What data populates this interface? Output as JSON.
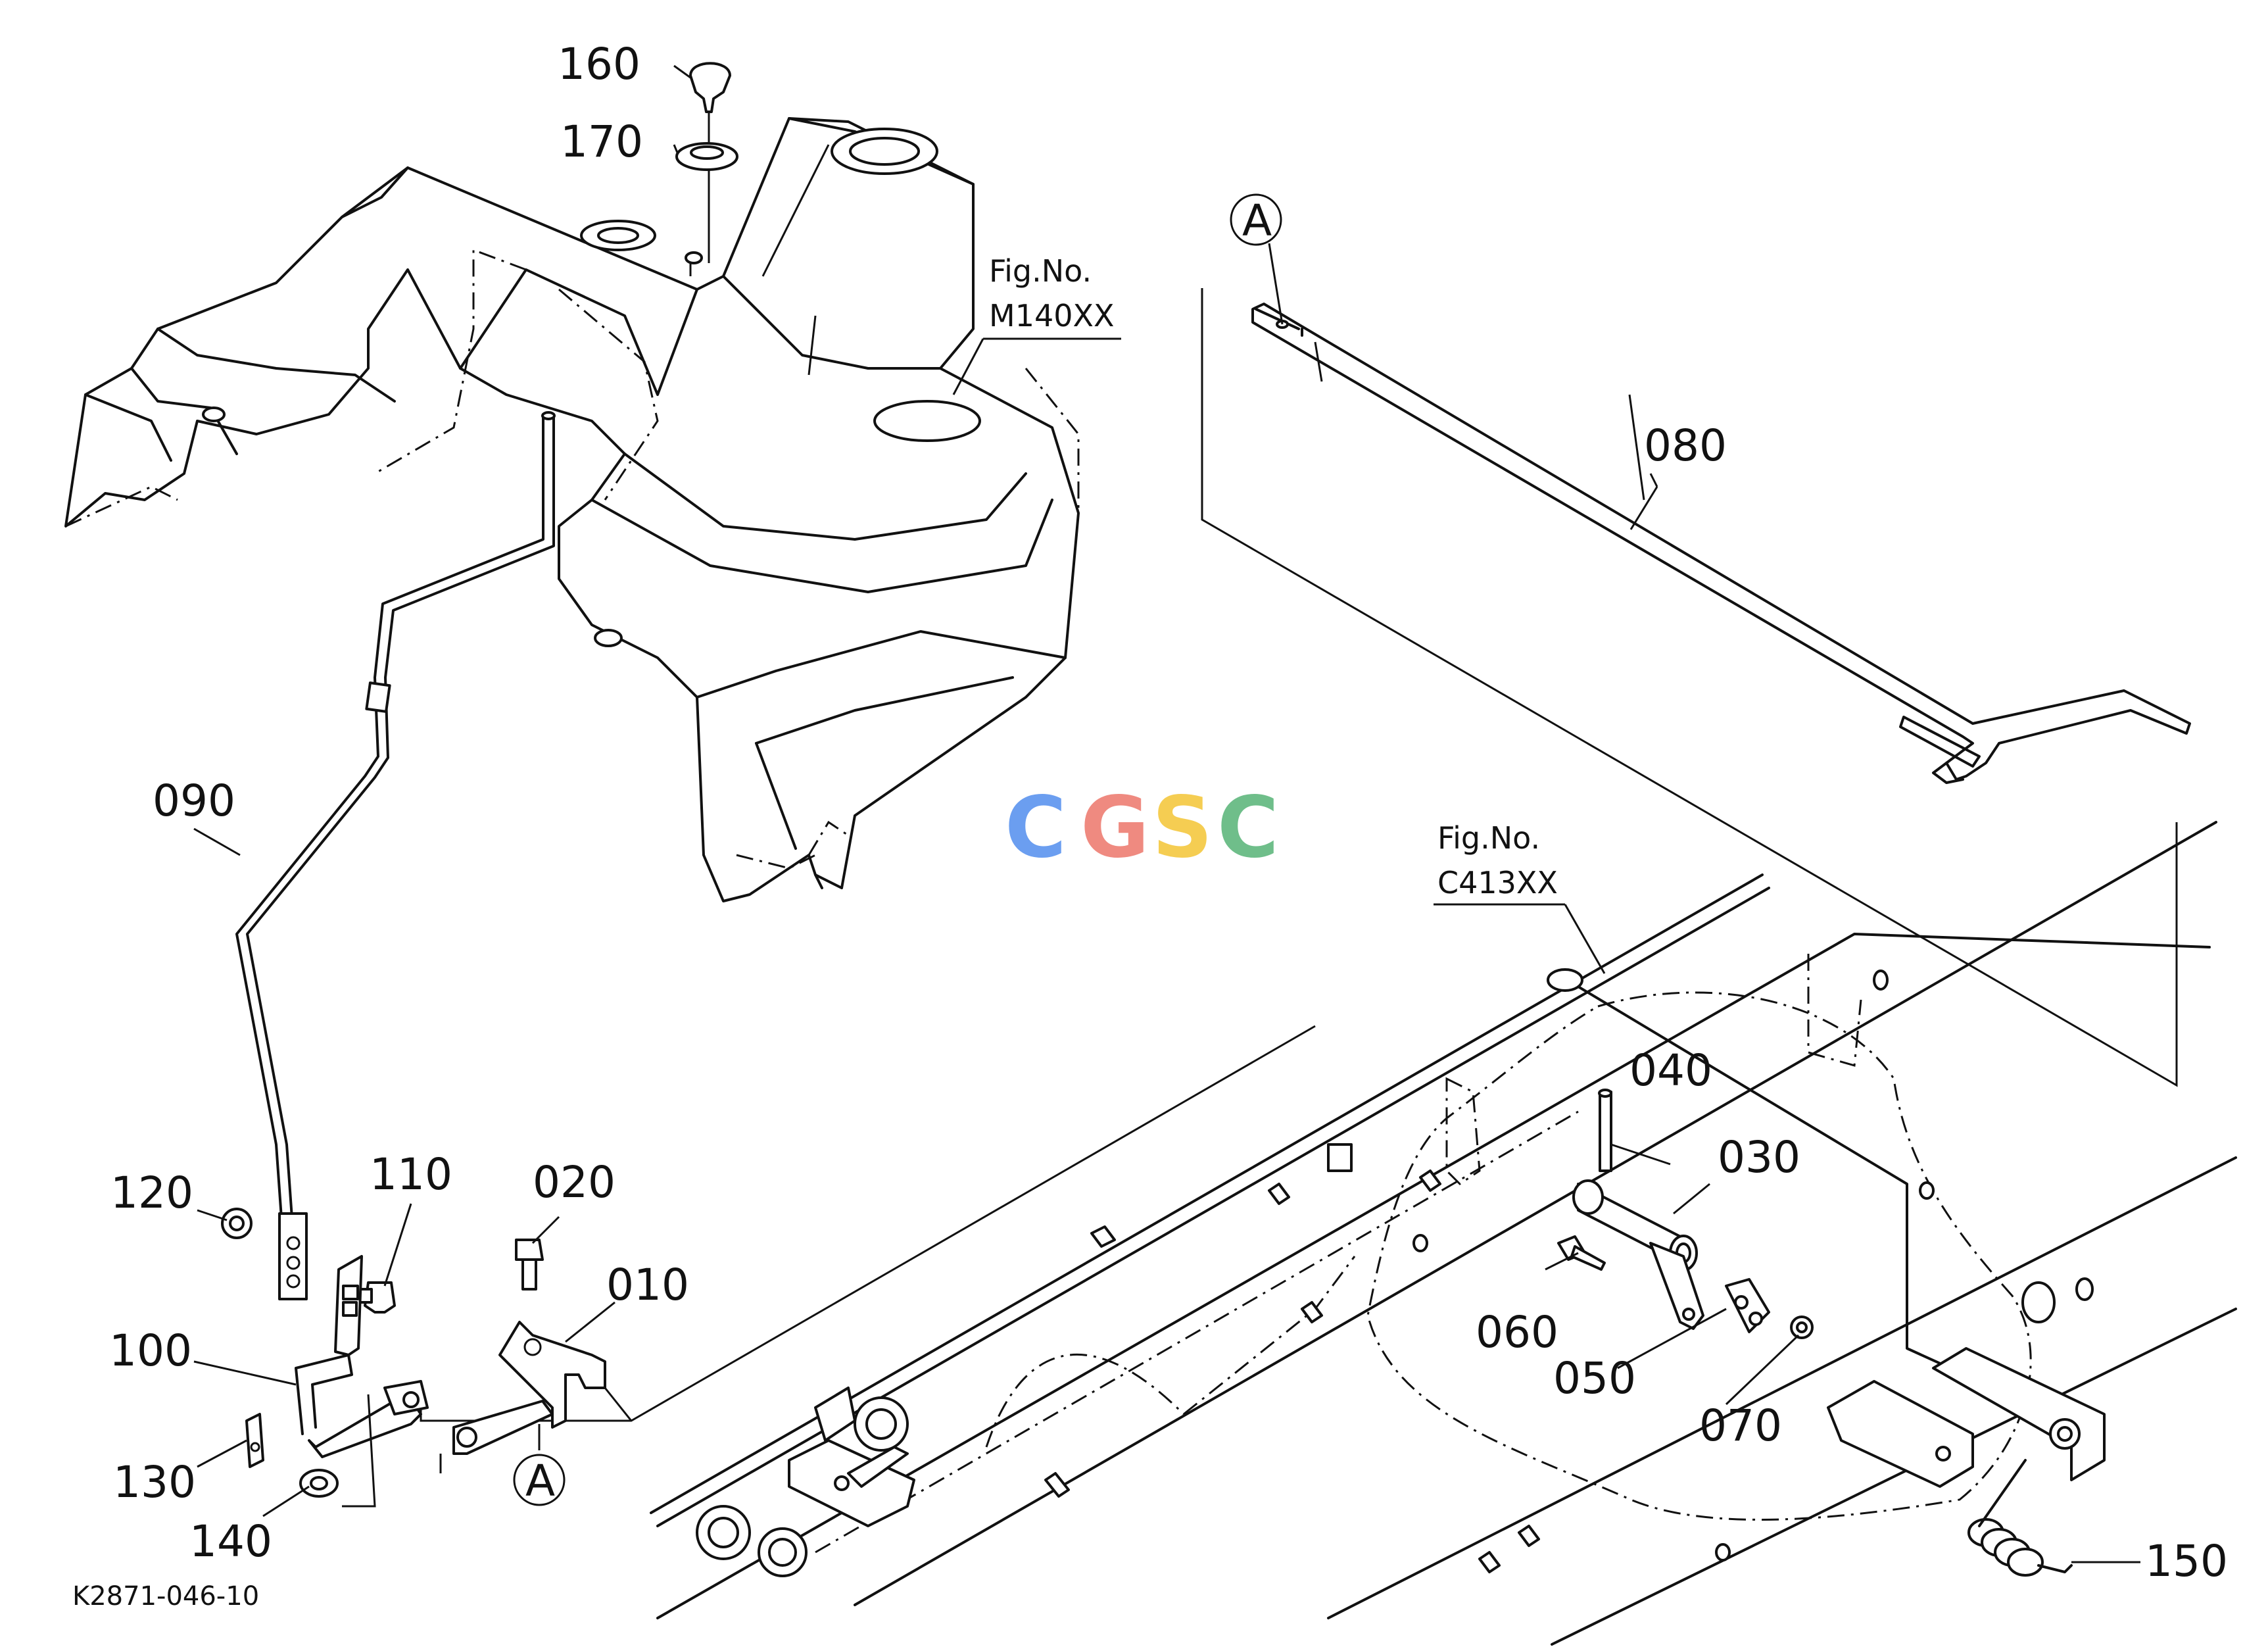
{
  "parts": [
    {
      "id": "160",
      "label": "160"
    },
    {
      "id": "170",
      "label": "170"
    },
    {
      "id": "080",
      "label": "080"
    },
    {
      "id": "090",
      "label": "090"
    },
    {
      "id": "040",
      "label": "040"
    },
    {
      "id": "030",
      "label": "030"
    },
    {
      "id": "120",
      "label": "120"
    },
    {
      "id": "110",
      "label": "110"
    },
    {
      "id": "020",
      "label": "020"
    },
    {
      "id": "010",
      "label": "010"
    },
    {
      "id": "100",
      "label": "100"
    },
    {
      "id": "060",
      "label": "060"
    },
    {
      "id": "050",
      "label": "050"
    },
    {
      "id": "070",
      "label": "070"
    },
    {
      "id": "130",
      "label": "130"
    },
    {
      "id": "140",
      "label": "140"
    },
    {
      "id": "150",
      "label": "150"
    }
  ],
  "references": [
    {
      "name": "fig-m140",
      "line1": "Fig.No.",
      "line2": "M140XX"
    },
    {
      "name": "fig-c413",
      "line1": "Fig.No.",
      "line2": "C413XX"
    }
  ],
  "markers": {
    "a_top": "A",
    "a_bottom": "A"
  },
  "watermark": {
    "letters": [
      "C",
      "G",
      "S",
      "C"
    ],
    "colors": [
      "#6b9ef0",
      "#ef8a80",
      "#f5cd52",
      "#6fbe8a"
    ]
  },
  "drawing_code": "K2871-046-10"
}
